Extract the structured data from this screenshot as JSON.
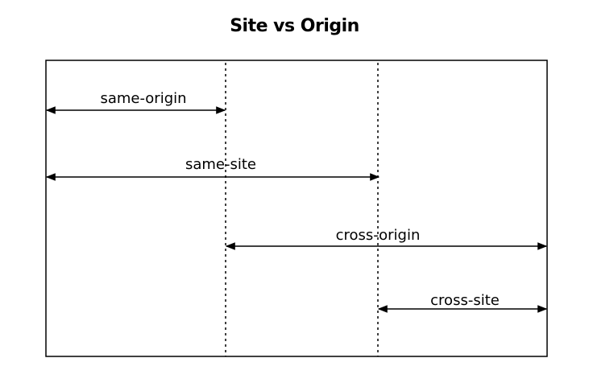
{
  "title": "Site vs Origin",
  "arrows": [
    {
      "label": "same-origin"
    },
    {
      "label": "same-site"
    },
    {
      "label": "cross-origin"
    },
    {
      "label": "cross-site"
    }
  ]
}
